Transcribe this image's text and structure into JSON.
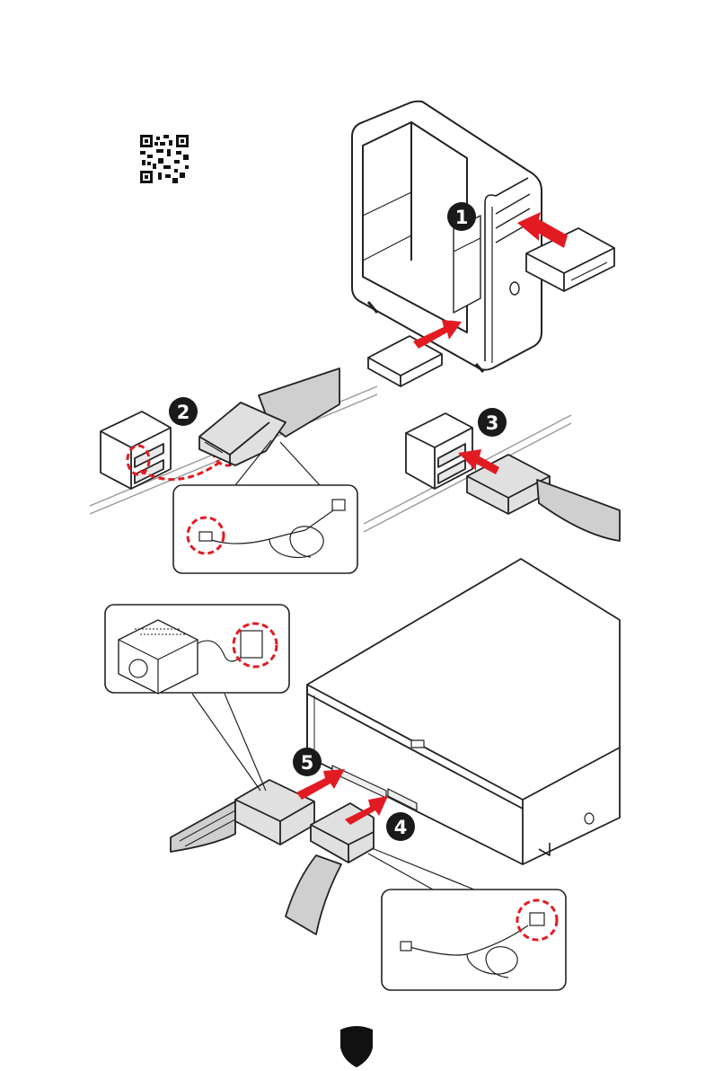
{
  "steps": {
    "step1": "1",
    "step2": "2",
    "step3": "3",
    "step4": "4",
    "step5": "5"
  },
  "colors": {
    "arrow": "#e21b23",
    "badge": "#1a1a1a",
    "outline": "#222222",
    "cable": "#cfcfcf",
    "highlight": "#e21b23"
  },
  "icons": {
    "qr": "qr-code-icon",
    "logo": "shield-logo-icon"
  },
  "footer": {
    "text": ""
  }
}
